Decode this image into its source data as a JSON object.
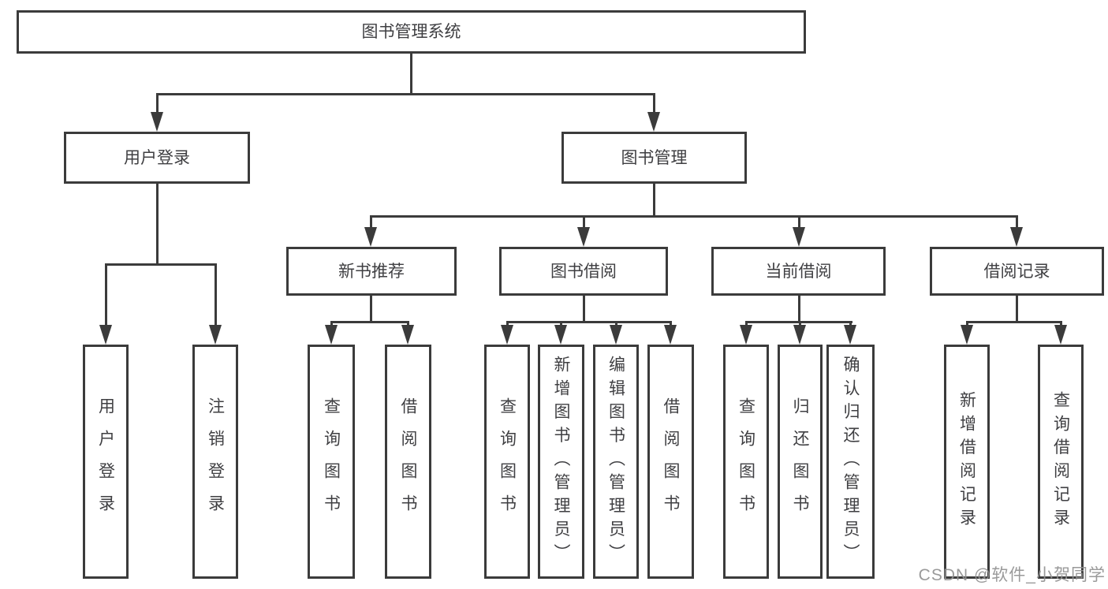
{
  "diagram_title": "图书管理系统",
  "tree": {
    "root": {
      "label": "图书管理系统"
    },
    "branches": [
      {
        "label": "用户登录",
        "children": [
          {
            "label": "用户登录"
          },
          {
            "label": "注销登录"
          }
        ]
      },
      {
        "label": "图书管理",
        "children": [
          {
            "label": "新书推荐",
            "children": [
              {
                "label": "查询图书"
              },
              {
                "label": "借阅图书"
              }
            ]
          },
          {
            "label": "图书借阅",
            "children": [
              {
                "label": "查询图书"
              },
              {
                "label": "新增图书（管理员）"
              },
              {
                "label": "编辑图书（管理员）"
              },
              {
                "label": "借阅图书"
              }
            ]
          },
          {
            "label": "当前借阅",
            "children": [
              {
                "label": "查询图书"
              },
              {
                "label": "归还图书"
              },
              {
                "label": "确认归还（管理员）"
              }
            ]
          },
          {
            "label": "借阅记录",
            "children": [
              {
                "label": "新增借阅记录"
              },
              {
                "label": "查询借阅记录"
              }
            ]
          }
        ]
      }
    ]
  },
  "watermark": {
    "text": "CSDN @软件_小贺同学"
  },
  "colors": {
    "line": "#3b3b3b",
    "box_border": "#3b3b3b",
    "text": "#3f3f42",
    "watermark": "#919191",
    "background": "#ffffff"
  }
}
